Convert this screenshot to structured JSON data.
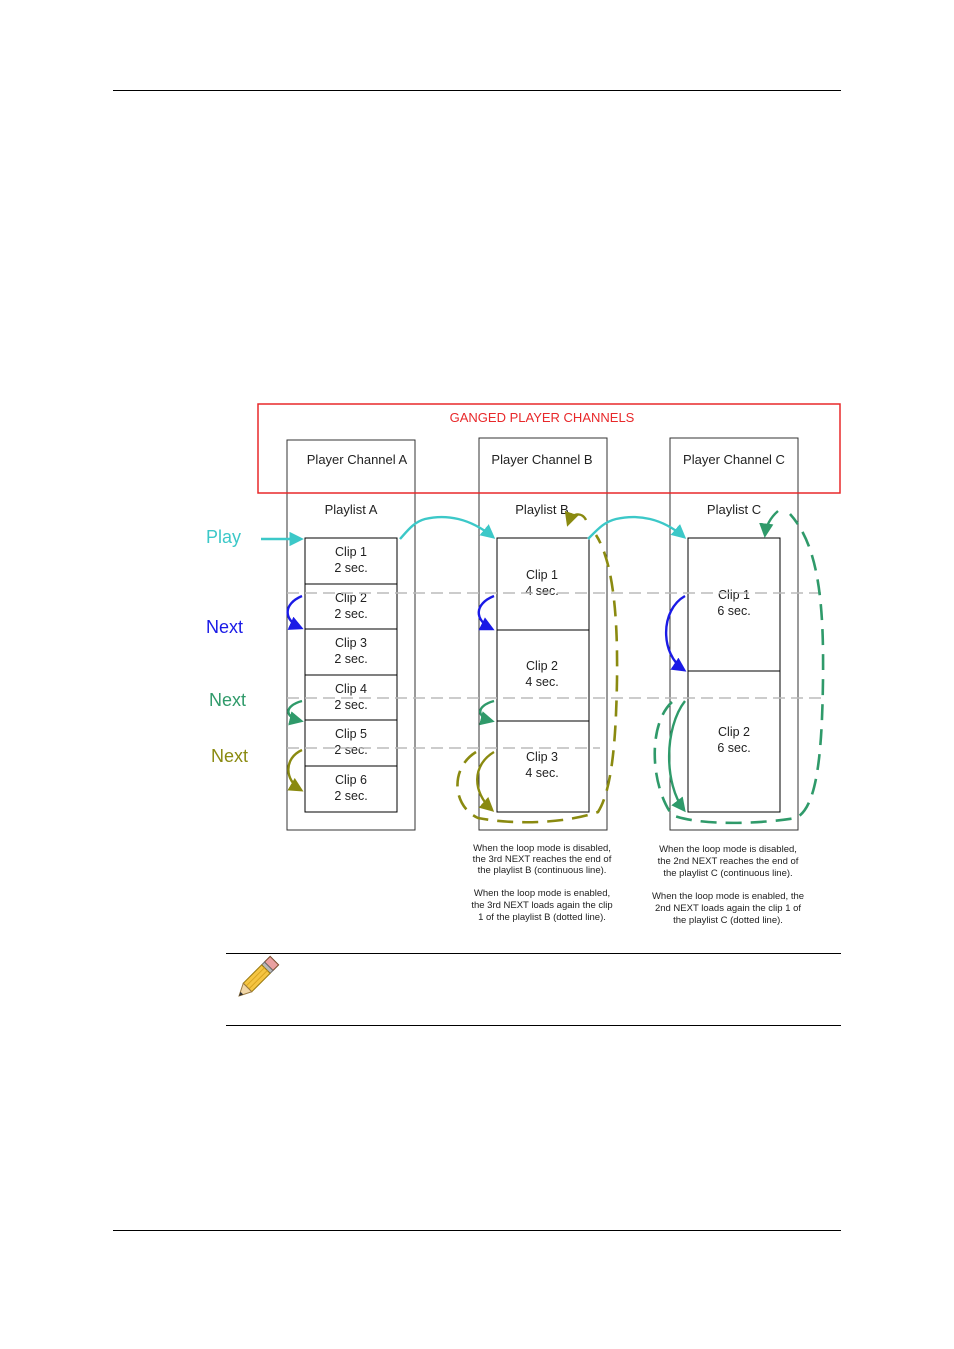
{
  "diagram": {
    "title": "GANGED PLAYER CHANNELS",
    "colors": {
      "ganged_frame": "#e8282a",
      "play": "#3cc8c8",
      "next_blue": "#1a1ae6",
      "next_green": "#2f9a6a",
      "next_olive": "#8a8a10",
      "guide": "#bbbbbb"
    },
    "actions": {
      "play": "Play",
      "next_1": "Next",
      "next_2": "Next",
      "next_3": "Next"
    },
    "channels": [
      {
        "name": "Player Channel A",
        "playlist": "Playlist A",
        "clips": [
          {
            "name": "Clip 1",
            "duration": "2 sec."
          },
          {
            "name": "Clip 2",
            "duration": "2 sec."
          },
          {
            "name": "Clip 3",
            "duration": "2 sec."
          },
          {
            "name": "Clip 4",
            "duration": "2 sec."
          },
          {
            "name": "Clip 5",
            "duration": "2 sec."
          },
          {
            "name": "Clip 6",
            "duration": "2 sec."
          }
        ]
      },
      {
        "name": "Player Channel B",
        "playlist": "Playlist B",
        "clips": [
          {
            "name": "Clip 1",
            "duration": "4 sec."
          },
          {
            "name": "Clip 2",
            "duration": "4 sec."
          },
          {
            "name": "Clip 3",
            "duration": "4 sec."
          }
        ],
        "notes": [
          [
            "When the loop mode is disabled,",
            "the 3rd NEXT reaches the end of",
            "the playlist B (continuous line)."
          ],
          [
            "When the loop mode is enabled,",
            "the 3rd NEXT loads again the clip",
            "1 of the playlist B (dotted line)."
          ]
        ]
      },
      {
        "name": "Player Channel C",
        "playlist": "Playlist C",
        "clips": [
          {
            "name": "Clip 1",
            "duration": "6 sec."
          },
          {
            "name": "Clip 2",
            "duration": "6 sec."
          }
        ],
        "notes": [
          [
            "When the loop mode is disabled,",
            "the 2nd NEXT reaches the end of",
            "the playlist C (continuous line)."
          ],
          [
            "When the loop mode is enabled, the",
            "2nd NEXT loads again the clip 1 of",
            "the playlist C (dotted line)."
          ]
        ]
      }
    ]
  },
  "note_icon": "pencil-icon"
}
